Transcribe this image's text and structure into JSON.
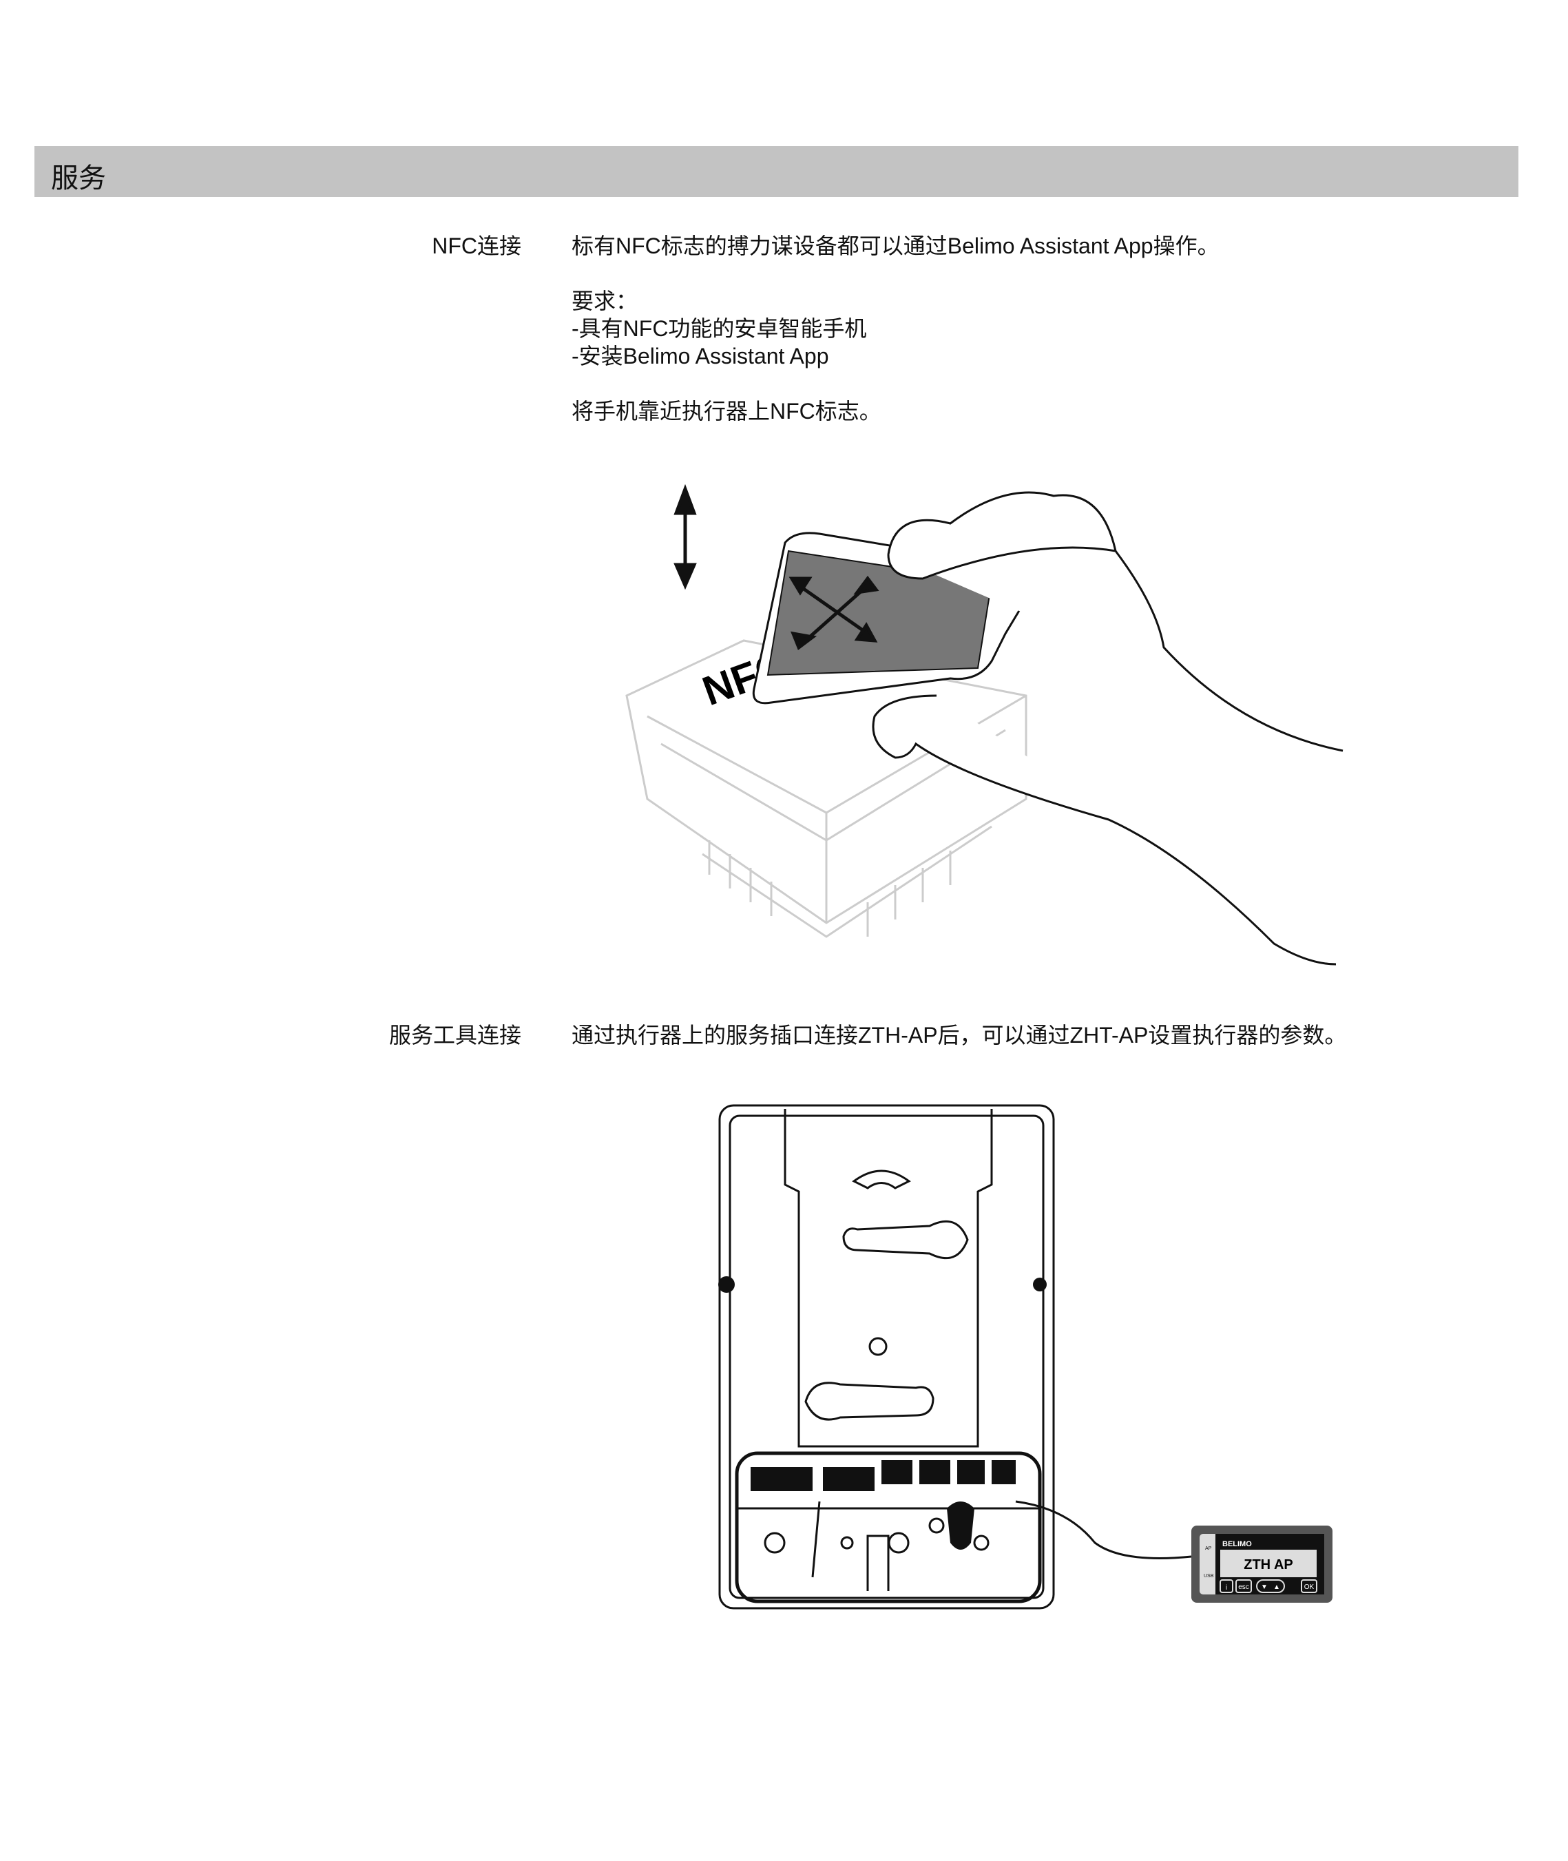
{
  "section": {
    "title": "服务"
  },
  "nfc": {
    "label": "NFC连接",
    "intro": "标有NFC标志的搏力谋设备都可以通过Belimo Assistant App操作。",
    "req_title": "要求：",
    "req_items": [
      "-具有NFC功能的安卓智能手机",
      "-安装Belimo Assistant App"
    ],
    "instruction": "将手机靠近执行器上NFC标志。",
    "figure_text": "NFC"
  },
  "service_tool": {
    "label": "服务工具连接",
    "text": "通过执行器上的服务插口连接ZTH-AP后，可以通过ZHT-AP设置执行器的参数。",
    "device": {
      "brand": "BELIMO",
      "display": "ZTH AP",
      "buttons": [
        "i",
        "esc",
        "▼",
        "▲",
        "OK"
      ],
      "side_labels": [
        "AP",
        "USB"
      ]
    }
  }
}
